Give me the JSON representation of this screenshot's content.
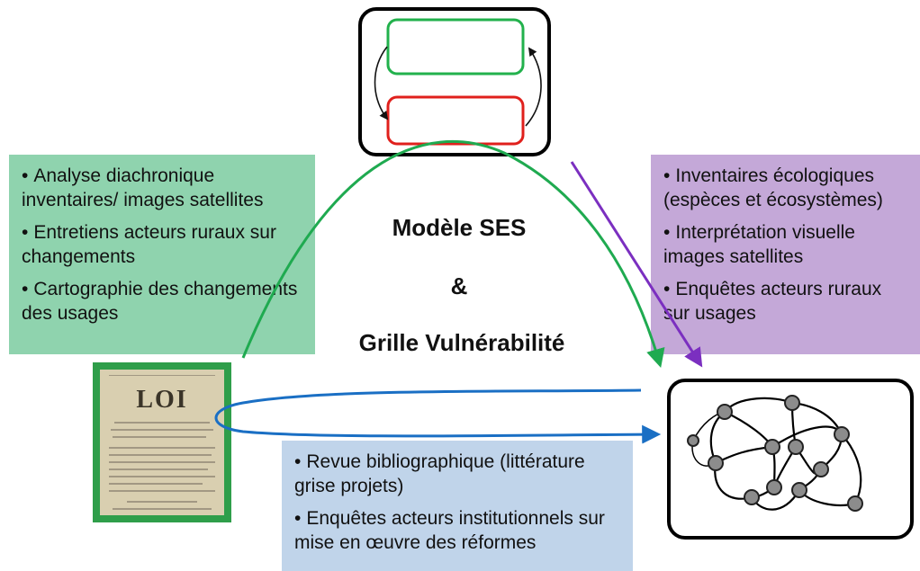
{
  "green_box": {
    "items": [
      "Analyse diachronique inventaires/ images satellites",
      "Entretiens acteurs ruraux sur changements",
      "Cartographie des changements des usages"
    ]
  },
  "purple_box": {
    "items": [
      "Inventaires écologiques (espèces et écosystèmes)",
      "Interprétation visuelle images satellites",
      "Enquêtes acteurs ruraux sur usages"
    ]
  },
  "blue_box": {
    "items": [
      "Revue bibliographique (littérature grise projets)",
      "Enquêtes acteurs institutionnels sur mise en œuvre des réformes"
    ]
  },
  "center": {
    "line1": "Modèle SES",
    "line2": "&",
    "line3": "Grille Vulnérabilité"
  },
  "document": {
    "title": "LOI"
  },
  "colors": {
    "green_box": "#8fd3ae",
    "purple_box": "#c4a8d8",
    "blue_box": "#c0d4ea",
    "green_arrow": "#1faa50",
    "purple_arrow": "#7b2fc0",
    "blue_arrow": "#1a6fc4",
    "cycle_top_box": "#22b14c",
    "cycle_bottom_box": "#e0201c"
  },
  "network": {
    "nodes": 12
  }
}
